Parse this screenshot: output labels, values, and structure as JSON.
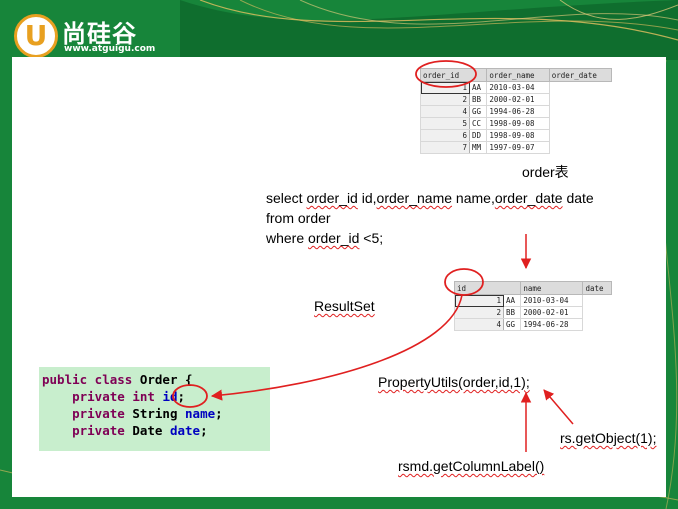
{
  "brand": {
    "logo_letter": "U",
    "name": "尚硅谷",
    "url": "www.atguigu.com"
  },
  "order_table": {
    "caption": "order表",
    "headers": [
      "order_id",
      "order_name",
      "order_date"
    ],
    "rows": [
      [
        "1",
        "AA",
        "2010-03-04"
      ],
      [
        "2",
        "BB",
        "2000-02-01"
      ],
      [
        "4",
        "GG",
        "1994-06-28"
      ],
      [
        "5",
        "CC",
        "1998-09-08"
      ],
      [
        "6",
        "DD",
        "1998-09-08"
      ],
      [
        "7",
        "MM",
        "1997-09-07"
      ]
    ]
  },
  "sql": {
    "line1_a": "select ",
    "line1_b": "order_id",
    "line1_c": " id,",
    "line1_d": "order_name",
    "line1_e": " name,",
    "line1_f": "order_date",
    "line1_g": " date",
    "line2": "from order",
    "line3_a": "where ",
    "line3_b": "order_id",
    "line3_c": " <5;"
  },
  "resultset": {
    "label": "ResultSet",
    "headers": [
      "id",
      "name",
      "date"
    ],
    "rows": [
      [
        "1",
        "AA",
        "2010-03-04"
      ],
      [
        "2",
        "BB",
        "2000-02-01"
      ],
      [
        "4",
        "GG",
        "1994-06-28"
      ]
    ]
  },
  "code": {
    "l1_kw": "public class",
    "l1_rest": " Order {",
    "l2_kw": "private int",
    "l2_field": "id",
    "l2_end": ";",
    "l3_kw": "private",
    "l3_type": " String ",
    "l3_field": "name",
    "l3_end": ";",
    "l4_kw": "private",
    "l4_type": " Date ",
    "l4_field": "date",
    "l4_end": ";"
  },
  "labels": {
    "property_utils": "PropertyUtils(order,id,1);",
    "get_object": "rs.getObject(1);",
    "get_column_label": "rsmd.getColumnLabel()"
  },
  "colors": {
    "accent_red": "#e02020",
    "code_bg": "#c8eecd",
    "brand_green": "#1a8a3a",
    "brand_orange": "#e8a020"
  }
}
